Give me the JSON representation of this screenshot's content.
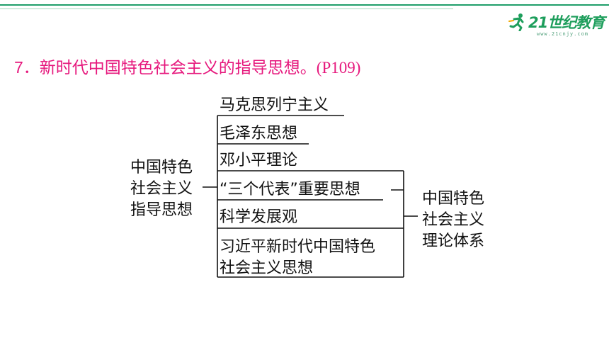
{
  "logo": {
    "brand_text": "21世纪教育",
    "sub_text": "www.21cnjy.com",
    "icon": "runner-logo-icon",
    "brand_color": "#1e9e5c"
  },
  "heading": {
    "number": "7．",
    "text": "新时代中国特色社会主义的指导思想。",
    "page_ref": "(P109)",
    "color": "#e6187d"
  },
  "diagram": {
    "left_group": [
      "中国特色",
      "社会主义",
      "指导思想"
    ],
    "items": [
      "马克思列宁主义",
      "毛泽东思想",
      "邓小平理论",
      "“三个代表”重要思想",
      "科学发展观",
      "习近平新时代中国特色",
      "社会主义思想"
    ],
    "right_group": [
      "中国特色",
      "社会主义",
      "理论体系"
    ]
  }
}
